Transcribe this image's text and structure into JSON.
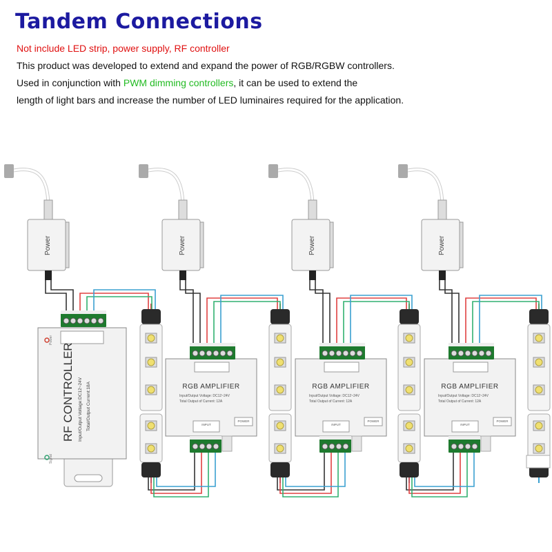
{
  "header": {
    "title": "Tandem Connections",
    "note": "Not include LED strip, power supply, RF controller",
    "desc1": "This product was developed to extend and expand the power of RGB/RGBW controllers.",
    "desc2_a": "Used in conjunction with ",
    "desc2_highlight": "PWM dimming controllers",
    "desc2_b": ", it can be used to extend the",
    "desc3": "length of light bars and increase the number of LED luminaires required for the application."
  },
  "colors": {
    "title": "#1c1aa0",
    "note": "#e01010",
    "highlight": "#22bb22",
    "terminal": "#1e7a2e",
    "wire_red": "#e04040",
    "wire_green": "#30b070",
    "wire_blue": "#3aa0d0"
  },
  "diagram": {
    "power_supply_label": "Power",
    "rf_controller": {
      "name": "RF CONTROLLER",
      "voltage": "Input/Output Voltage:DC12~24V",
      "current": "Total/Output Current:18A",
      "power_led": "Power",
      "signal_led": "Signal"
    },
    "amplifier": {
      "name": "RGB AMPLIFIER",
      "voltage": "Input/Output Voltage: DC12~24V",
      "current": "Total Output of Current: 12A",
      "input_label": "INPUT",
      "power_label": "POWER"
    }
  }
}
